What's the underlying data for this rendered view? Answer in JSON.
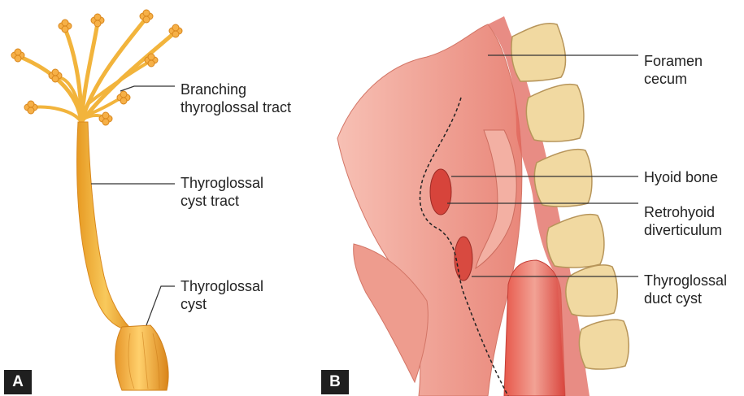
{
  "panel_a": {
    "badge": "A",
    "labels": {
      "branching": "Branching\nthyroglossal tract",
      "cyst_tract": "Thyroglossal\ncyst tract",
      "cyst": "Thyroglossal\ncyst"
    }
  },
  "panel_b": {
    "badge": "B",
    "labels": {
      "foramen": "Foramen\ncecum",
      "hyoid": "Hyoid bone",
      "retrohyoid": "Retrohyoid\ndiverticulum",
      "duct_cyst": "Thyroglossal\nduct cyst"
    }
  },
  "colors": {
    "tract": "#f1b23a",
    "tissue": "#f0a59a",
    "muscle": "#d9473f",
    "vertebra": "#f3dca6",
    "leader": "#333333"
  }
}
